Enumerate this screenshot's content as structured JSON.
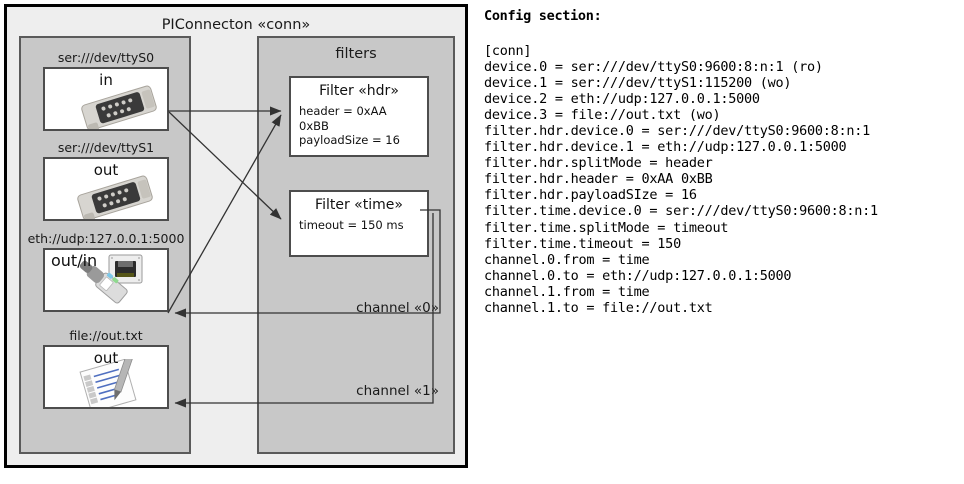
{
  "diagram": {
    "title": "PIConnecton «conn»",
    "devices_panel": {
      "title": "",
      "items": [
        {
          "caption": "ser:///dev/ttyS0",
          "label": "in",
          "icon": "serial-port-icon"
        },
        {
          "caption": "ser:///dev/ttyS1",
          "label": "out",
          "icon": "serial-port-icon"
        },
        {
          "caption": "eth://udp:127.0.0.1:5000",
          "label": "out/in",
          "icon": "ethernet-plug-icon"
        },
        {
          "caption": "file://out.txt",
          "label": "out",
          "icon": "text-file-icon"
        }
      ]
    },
    "filters_panel": {
      "title": "filters",
      "items": [
        {
          "title": "Filter «hdr»",
          "props": [
            "header = 0xAA 0xBB",
            "payloadSize = 16"
          ]
        },
        {
          "title": "Filter «time»",
          "props": [
            "timeout = 150 ms"
          ]
        }
      ]
    },
    "channels": [
      {
        "label": "channel «0»"
      },
      {
        "label": "channel «1»"
      }
    ]
  },
  "config": {
    "heading": "Config section:",
    "text": "[conn]\ndevice.0 = ser:///dev/ttyS0:9600:8:n:1 (ro)\ndevice.1 = ser:///dev/ttyS1:115200 (wo)\ndevice.2 = eth://udp:127.0.0.1:5000\ndevice.3 = file://out.txt (wo)\nfilter.hdr.device.0 = ser:///dev/ttyS0:9600:8:n:1\nfilter.hdr.device.1 = eth://udp:127.0.0.1:5000\nfilter.hdr.splitMode = header\nfilter.hdr.header = 0xAA 0xBB\nfilter.hdr.payloadSIze = 16\nfilter.time.device.0 = ser:///dev/ttyS0:9600:8:n:1\nfilter.time.splitMode = timeout\nfilter.time.timeout = 150\nchannel.0.from = time\nchannel.0.to = eth://udp:127.0.0.1:5000\nchannel.1.from = time\nchannel.1.to = file://out.txt"
  },
  "colors": {
    "outer_border": "#000000",
    "outer_fill": "#eeeeee",
    "panel_fill": "#c8c8c8",
    "panel_border": "#5a5a5a",
    "card_fill": "#ffffff",
    "card_border": "#4d4d4d",
    "arrow": "#333333"
  }
}
